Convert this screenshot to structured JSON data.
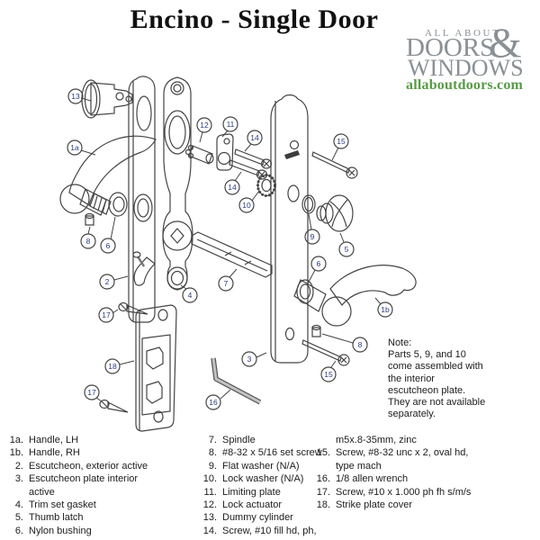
{
  "page": {
    "title": "Encino - Single Door"
  },
  "logo": {
    "line1": "ALL ABOUT",
    "line2": "DOORS",
    "ampersand": "&",
    "line3": "WINDOWS",
    "website": "allaboutdoors.com",
    "gray_color": "#8a9094",
    "green_color": "#579a46"
  },
  "note": {
    "lines": [
      "Note:",
      "Parts 5, 9, and 10",
      "come assembled with",
      "the interior",
      "escutcheon plate.",
      "They are not available",
      "separately."
    ]
  },
  "parts_list": {
    "col1": [
      {
        "num": "1a.",
        "name": "Handle, LH"
      },
      {
        "num": "1b.",
        "name": "Handle, RH"
      },
      {
        "num": "2.",
        "name": "Escutcheon, exterior active"
      },
      {
        "num": "3.",
        "name": "Escutcheon plate interior active"
      },
      {
        "num": "4.",
        "name": "Trim set gasket"
      },
      {
        "num": "5.",
        "name": "Thumb latch"
      },
      {
        "num": "6.",
        "name": "Nylon bushing"
      }
    ],
    "col2": [
      {
        "num": "7.",
        "name": "Spindle"
      },
      {
        "num": "8.",
        "name": "#8-32 x 5/16 set screw"
      },
      {
        "num": "9.",
        "name": "Flat washer (N/A)"
      },
      {
        "num": "10.",
        "name": "Lock washer (N/A)"
      },
      {
        "num": "11.",
        "name": "Limiting plate"
      },
      {
        "num": "12.",
        "name": "Lock actuator"
      },
      {
        "num": "13.",
        "name": "Dummy cylinder"
      },
      {
        "num": "14.",
        "name": "Screw, #10 fill hd, ph,"
      }
    ],
    "col3": [
      {
        "num": "",
        "name": "m5x.8-35mm, zinc"
      },
      {
        "num": "15.",
        "name": "Screw, #8-32 unc x 2, oval hd, type mach"
      },
      {
        "num": "16.",
        "name": "1/8 allen wrench"
      },
      {
        "num": "17.",
        "name": "Screw, #10 x 1.000 ph fh s/m/s"
      },
      {
        "num": "18.",
        "name": "Strike plate cover"
      }
    ]
  },
  "diagram": {
    "callout_number_color": "#2a3a7c",
    "line_color": "#444444",
    "callouts": [
      {
        "num": "13"
      },
      {
        "num": "1a"
      },
      {
        "num": "12"
      },
      {
        "num": "11"
      },
      {
        "num": "14"
      },
      {
        "num": "14"
      },
      {
        "num": "15"
      },
      {
        "num": "10"
      },
      {
        "num": "9"
      },
      {
        "num": "5"
      },
      {
        "num": "8"
      },
      {
        "num": "6"
      },
      {
        "num": "2"
      },
      {
        "num": "4"
      },
      {
        "num": "7"
      },
      {
        "num": "6"
      },
      {
        "num": "1b"
      },
      {
        "num": "3"
      },
      {
        "num": "8"
      },
      {
        "num": "15"
      },
      {
        "num": "17"
      },
      {
        "num": "17"
      },
      {
        "num": "18"
      },
      {
        "num": "16"
      }
    ]
  }
}
